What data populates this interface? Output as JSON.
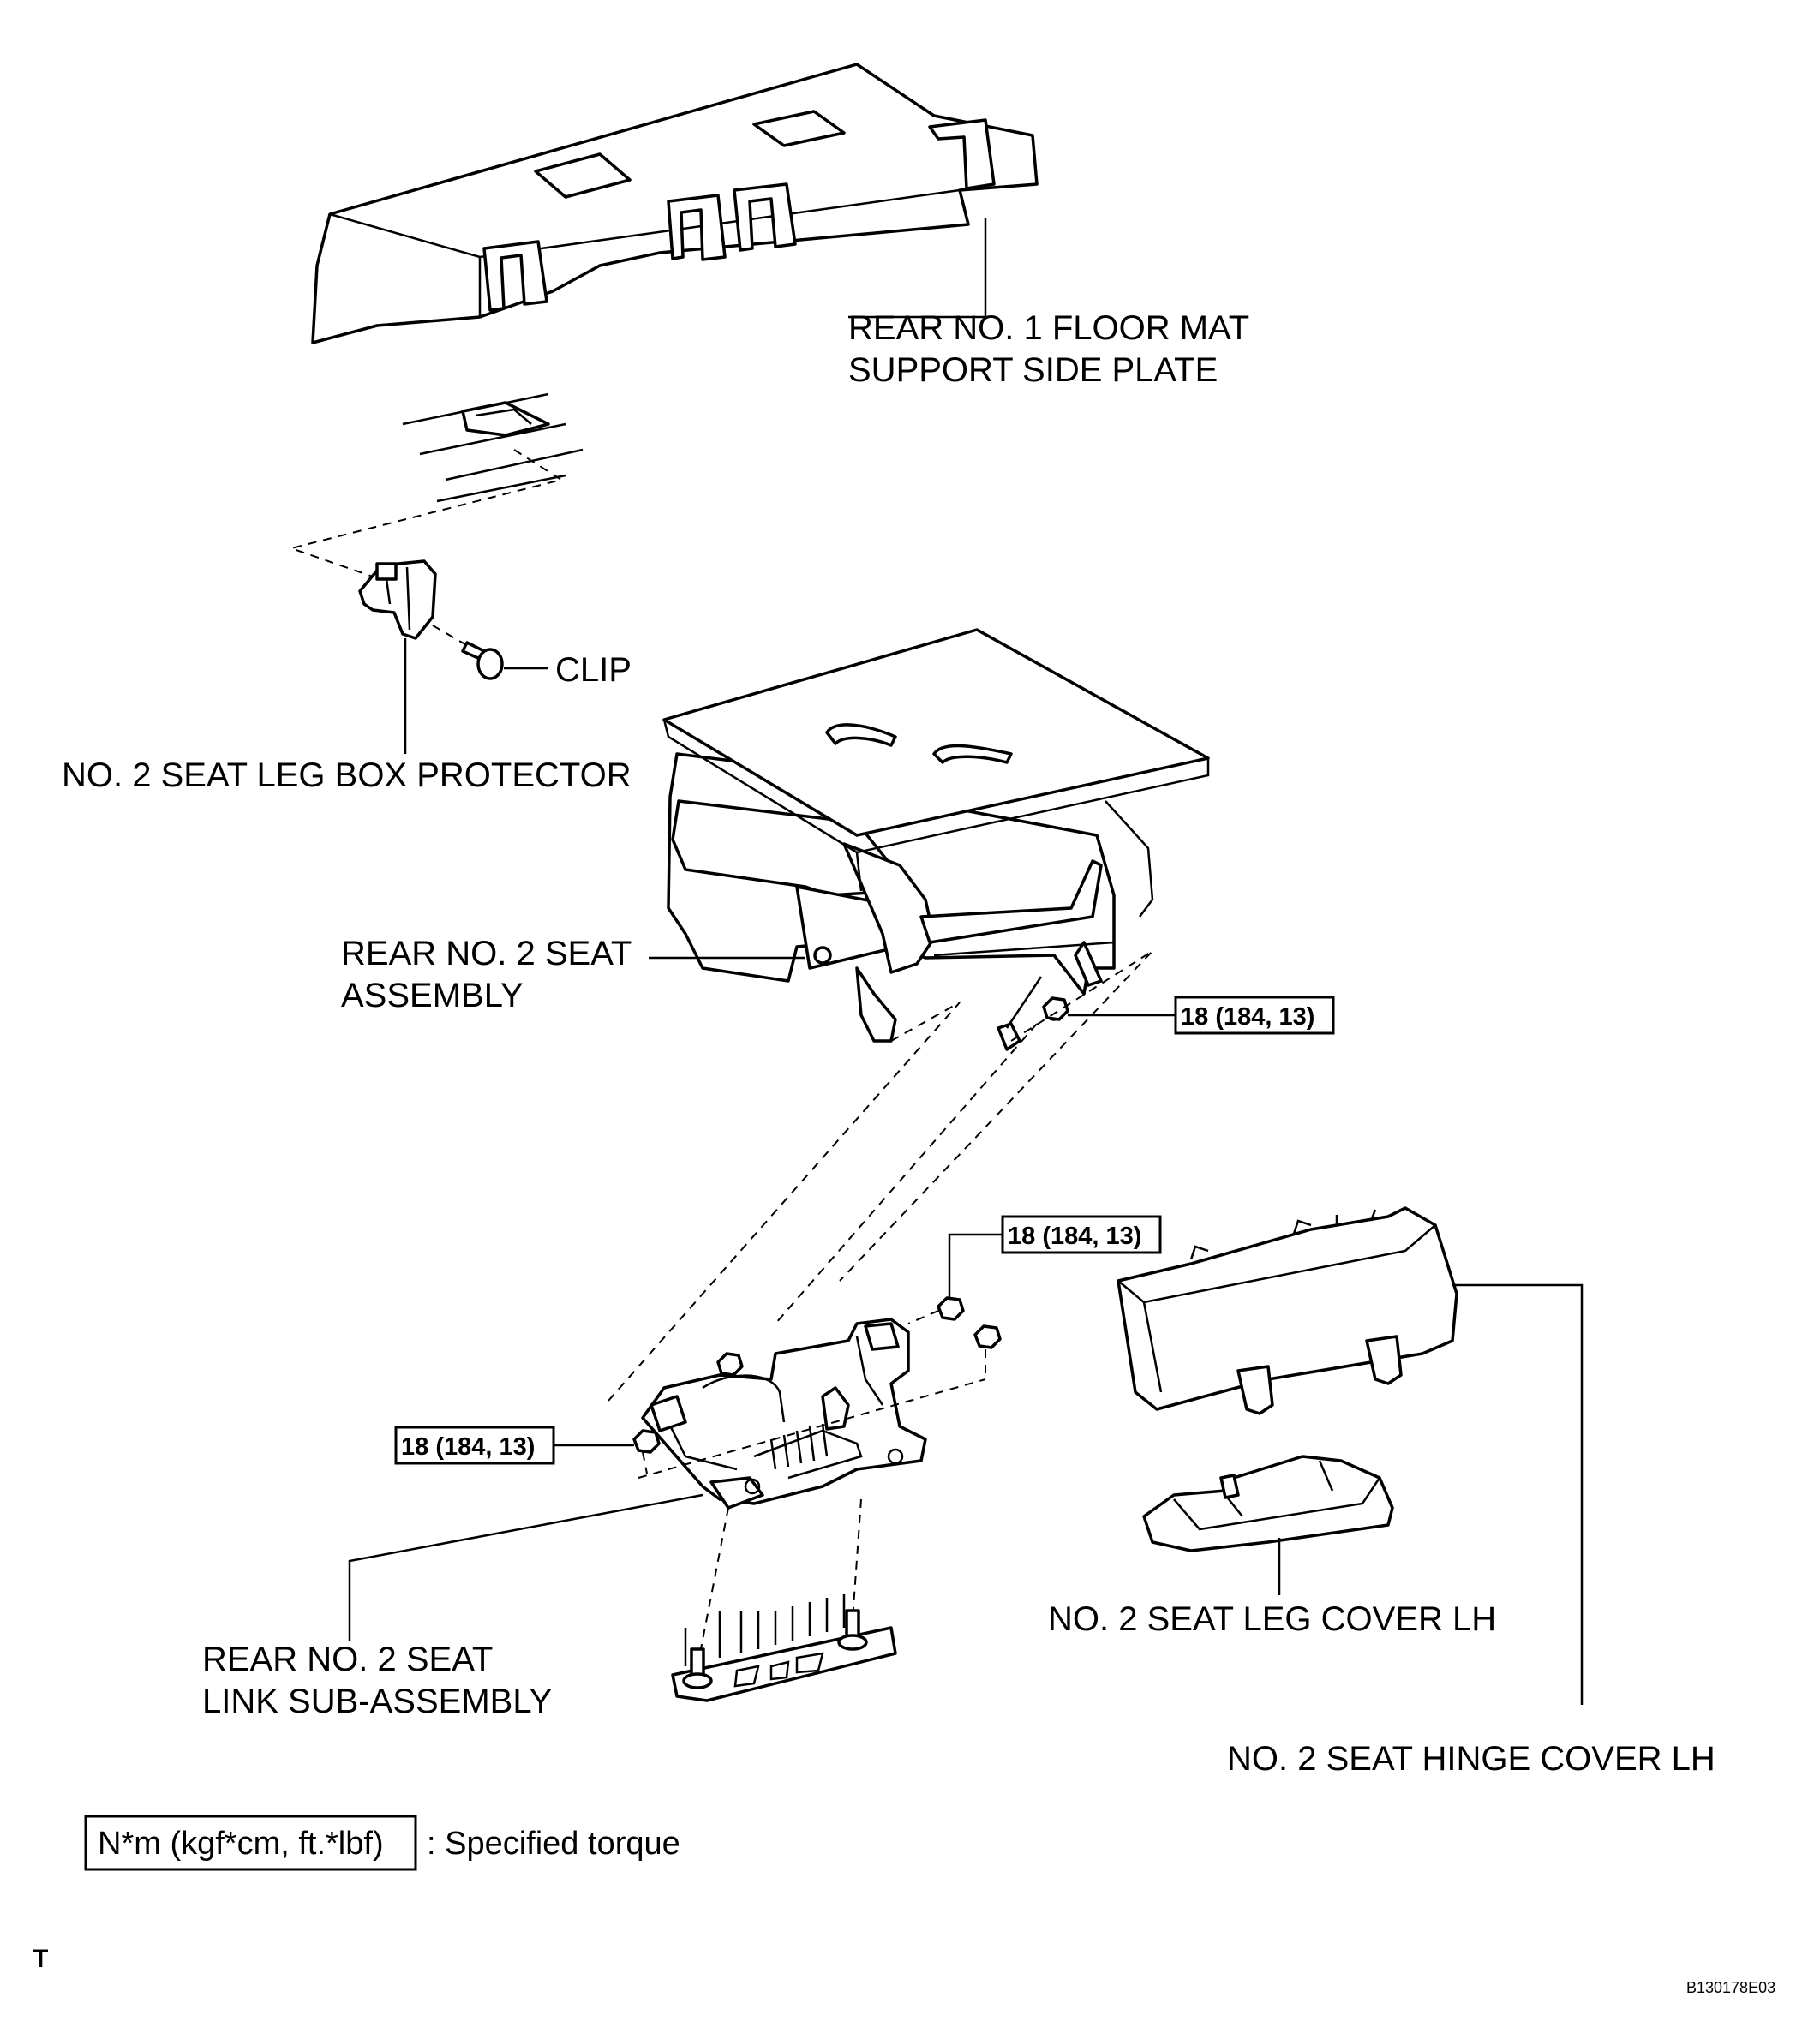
{
  "labels": {
    "floor_mat_plate": [
      "REAR NO. 1 FLOOR MAT",
      "SUPPORT SIDE PLATE"
    ],
    "clip": "CLIP",
    "leg_box_protector": "NO. 2 SEAT LEG BOX PROTECTOR",
    "seat_assembly": [
      "REAR NO. 2 SEAT",
      "ASSEMBLY"
    ],
    "link_sub_assembly": [
      "REAR NO. 2 SEAT",
      "LINK SUB-ASSEMBLY"
    ],
    "leg_cover": "NO. 2 SEAT LEG COVER LH",
    "hinge_cover": "NO. 2 SEAT HINGE COVER LH"
  },
  "torque_callouts": [
    "18 (184, 13)",
    "18 (184, 13)",
    "18 (184, 13)"
  ],
  "legend": {
    "unit_box": "N*m (kgf*cm, ft.*lbf)",
    "text": ": Specified torque"
  },
  "corner_mark": "T",
  "figure_id": "B130178E03"
}
